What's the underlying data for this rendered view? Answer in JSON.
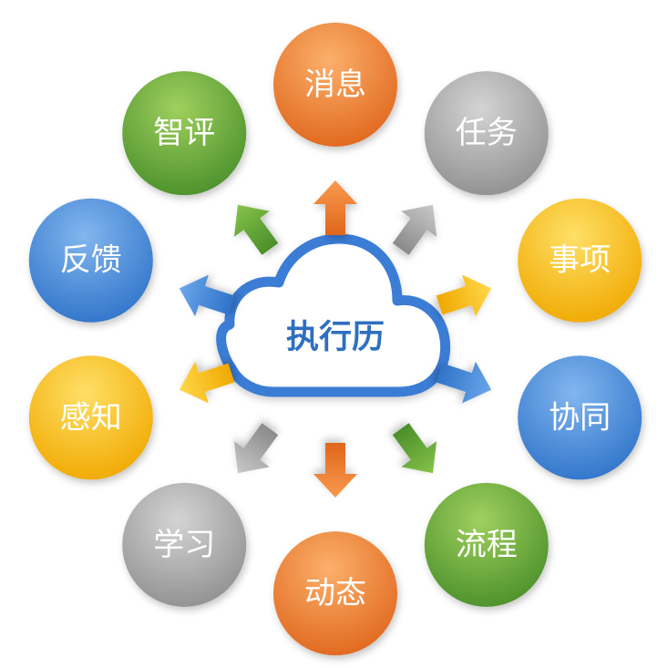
{
  "center": {
    "label": "执行历",
    "outline_color": "#3a7bd5",
    "text_color": "#2f6fbf"
  },
  "nodes": [
    {
      "id": "xiaoxi",
      "label": "消息",
      "color": "orange",
      "arrow": "orange"
    },
    {
      "id": "renwu",
      "label": "任务",
      "color": "gray",
      "arrow": "gray"
    },
    {
      "id": "shixiang",
      "label": "事项",
      "color": "yellow",
      "arrow": "yellow"
    },
    {
      "id": "xietong",
      "label": "协同",
      "color": "blue",
      "arrow": "blue"
    },
    {
      "id": "liucheng",
      "label": "流程",
      "color": "green",
      "arrow": "green"
    },
    {
      "id": "dongtai",
      "label": "动态",
      "color": "orange",
      "arrow": "orange"
    },
    {
      "id": "xuexi",
      "label": "学习",
      "color": "gray",
      "arrow": "gray"
    },
    {
      "id": "ganzhi",
      "label": "感知",
      "color": "yellow",
      "arrow": "yellow"
    },
    {
      "id": "fankui",
      "label": "反馈",
      "color": "blue",
      "arrow": "blue"
    },
    {
      "id": "zhiping",
      "label": "智评",
      "color": "green",
      "arrow": "green"
    }
  ],
  "palette": {
    "orange": {
      "light": "#f79a4e",
      "dark": "#e0661c"
    },
    "gray": {
      "light": "#c2c2c2",
      "dark": "#8f8f8f"
    },
    "yellow": {
      "light": "#ffd23a",
      "dark": "#f0a800"
    },
    "blue": {
      "light": "#6aa6ea",
      "dark": "#2f73c9"
    },
    "green": {
      "light": "#86c24a",
      "dark": "#4a8f2a"
    }
  }
}
